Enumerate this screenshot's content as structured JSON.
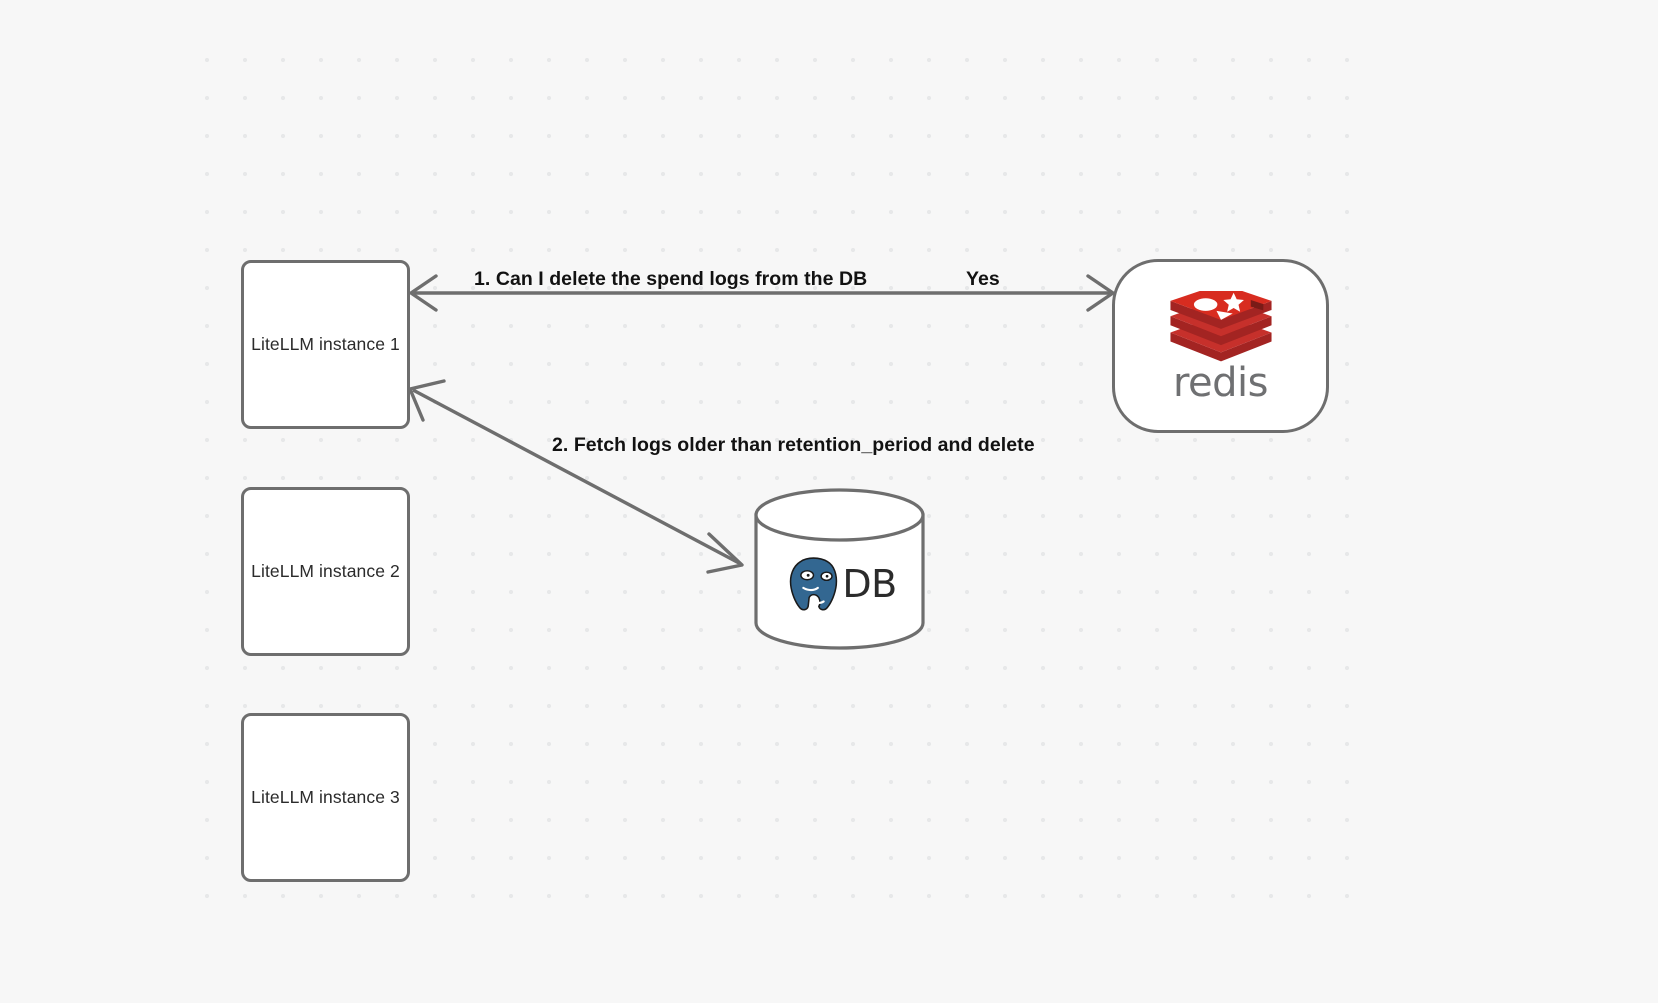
{
  "canvas": {
    "background_color": "#f7f7f7",
    "dot_color": "#e7e8e9",
    "node_border_color": "#6e6e6e",
    "edge_color": "#6e6e6e",
    "text_color": "#121212"
  },
  "nodes": [
    {
      "id": "litellm-1",
      "label": "LiteLLM instance 1",
      "shape": "rounded-rect"
    },
    {
      "id": "litellm-2",
      "label": "LiteLLM instance 2",
      "shape": "rounded-rect"
    },
    {
      "id": "litellm-3",
      "label": "LiteLLM instance 3",
      "shape": "rounded-rect"
    },
    {
      "id": "redis",
      "label": "redis",
      "shape": "rounded-rect",
      "logo": "redis-logo",
      "logo_color": "#c6302b"
    },
    {
      "id": "db",
      "label": "DB",
      "shape": "cylinder",
      "logo": "postgresql-elephant-icon",
      "logo_color": "#336791"
    }
  ],
  "edges": [
    {
      "id": "edge-1",
      "from": "litellm-1",
      "to": "redis",
      "label": "1.  Can I delete the spend logs from the DB",
      "reply_label": "Yes",
      "direction": "bidirectional"
    },
    {
      "id": "edge-2",
      "from": "db",
      "to": "litellm-1",
      "label": "2.  Fetch logs older than retention_period and delete",
      "direction": "bidirectional"
    }
  ]
}
